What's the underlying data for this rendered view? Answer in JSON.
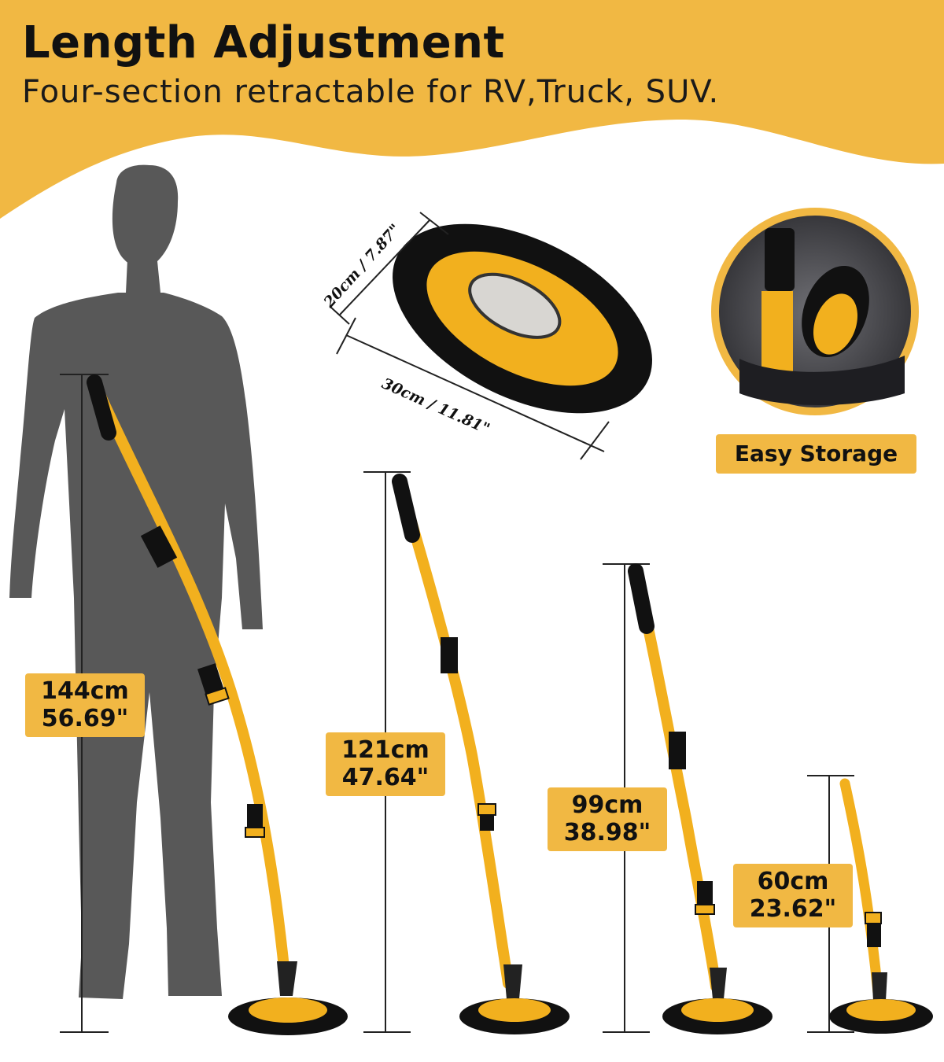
{
  "header": {
    "title": "Length Adjustment",
    "subtitle": "Four-section retractable for RV,Truck, SUV."
  },
  "pad_dimensions": {
    "width_label": "20cm / 7.87\"",
    "length_label": "30cm / 11.81\""
  },
  "storage": {
    "label": "Easy Storage"
  },
  "lengths": [
    {
      "cm": "144cm",
      "inch": "56.69\""
    },
    {
      "cm": "121cm",
      "inch": "47.64\""
    },
    {
      "cm": "99cm",
      "inch": "38.98\""
    },
    {
      "cm": "60cm",
      "inch": "23.62\""
    }
  ],
  "colors": {
    "accent_yellow": "#f1b843",
    "pole_yellow": "#f2b01e",
    "silhouette": "#585858",
    "black": "#111111"
  }
}
